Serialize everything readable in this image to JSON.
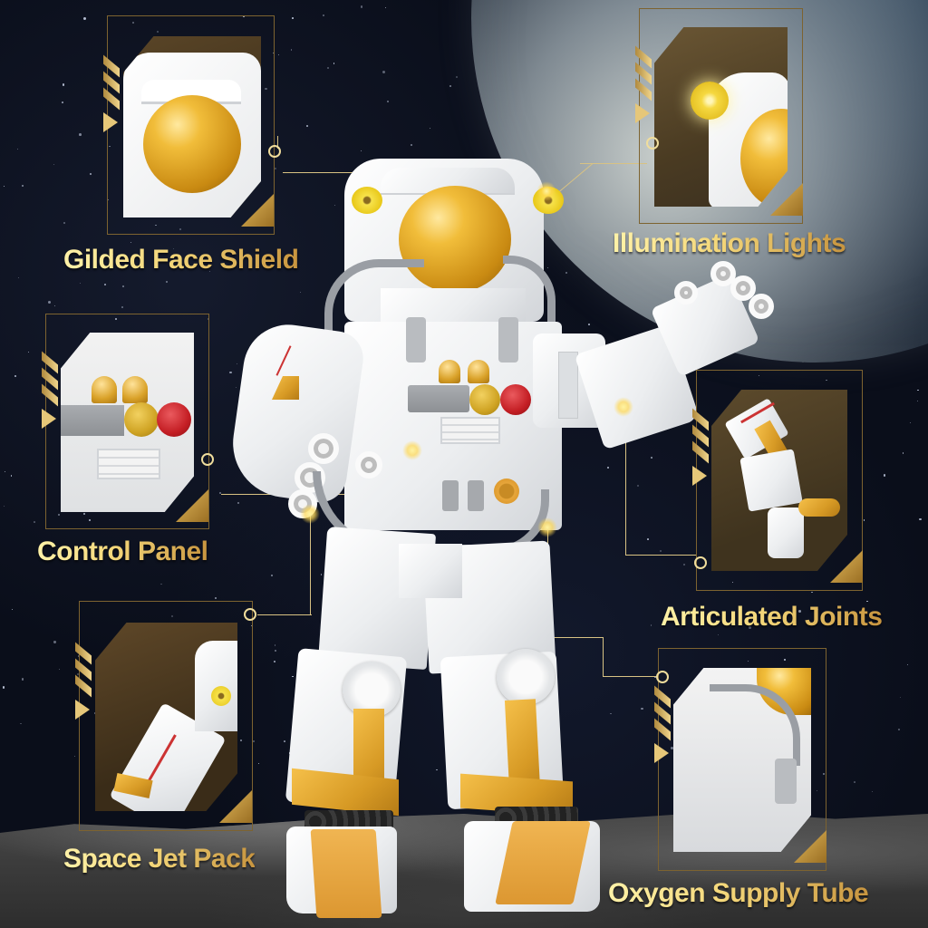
{
  "theme": {
    "label_gold_light": "#fff2a8",
    "label_gold_dark": "#c8953f",
    "frame_color": "#7d6330",
    "wire_color": "#d8c283",
    "visor_gold": "#f1bd3a",
    "suit_white": "#eceef0",
    "button_red": "#c41e24"
  },
  "features": [
    {
      "id": "gilded-face-shield",
      "label": "Gilded Face Shield",
      "position": "top-left",
      "icon": "visor-icon"
    },
    {
      "id": "illumination-lights",
      "label": "Illumination Lights",
      "position": "top-right",
      "icon": "light-icon"
    },
    {
      "id": "control-panel",
      "label": "Control Panel",
      "position": "middle-left",
      "icon": "panel-icon"
    },
    {
      "id": "articulated-joints",
      "label": "Articulated Joints",
      "position": "middle-right",
      "icon": "hand-joint-icon"
    },
    {
      "id": "space-jet-pack",
      "label": "Space Jet Pack",
      "position": "bottom-left",
      "icon": "jetpack-icon"
    },
    {
      "id": "oxygen-supply-tube",
      "label": "Oxygen Supply Tube",
      "position": "bottom-right",
      "icon": "hose-icon"
    }
  ],
  "scene": {
    "subject": "white-and-gold brick-built astronaut figure",
    "background": "starfield with planet and lunar surface"
  }
}
